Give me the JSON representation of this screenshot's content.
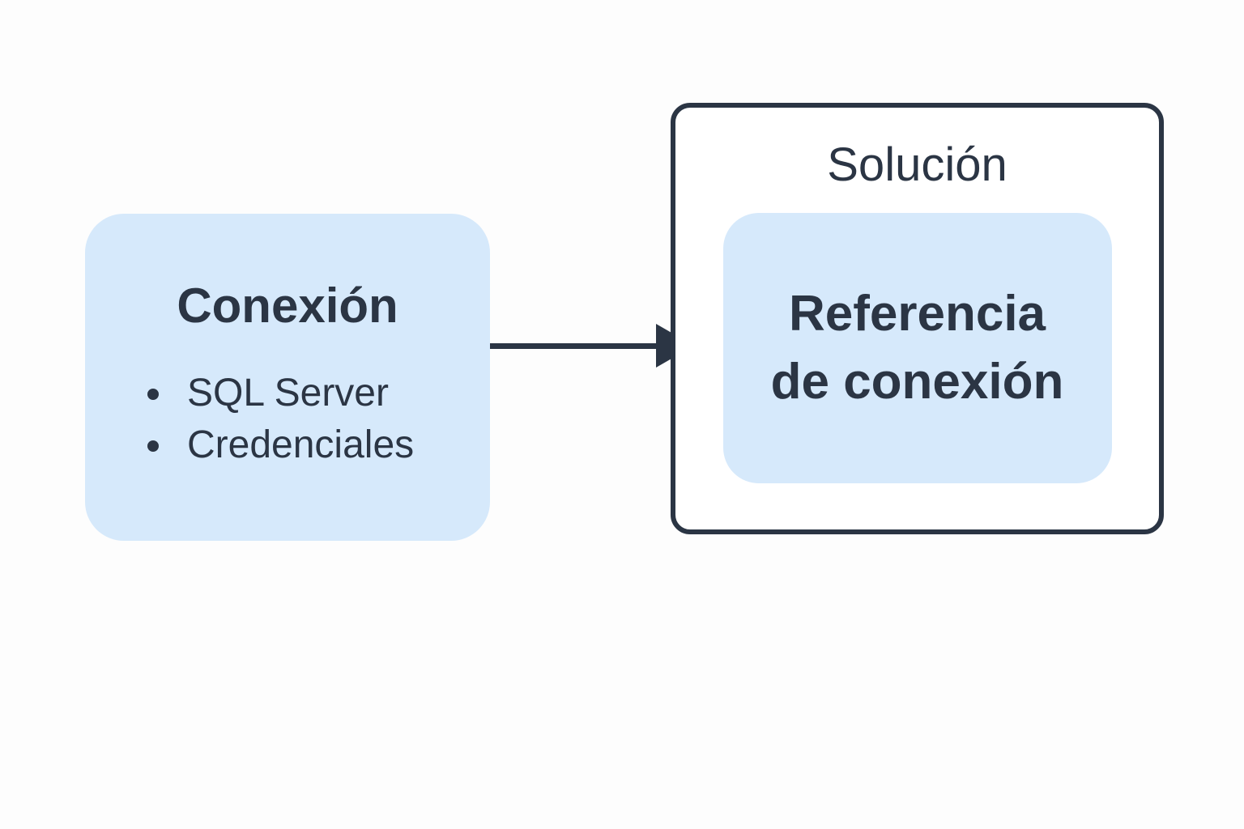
{
  "colors": {
    "background": "#fdfdfd",
    "ink": "#2b3544",
    "node_fill": "#d6e9fb",
    "container_fill": "#ffffff"
  },
  "connection_node": {
    "title": "Conexión",
    "items": [
      "SQL Server",
      "Credenciales"
    ]
  },
  "arrow": {
    "direction": "right",
    "from": "connection-node",
    "to": "solution-container"
  },
  "solution_container": {
    "label": "Solución",
    "reference_node": {
      "lines": [
        "Referencia",
        "de conexión"
      ]
    }
  }
}
